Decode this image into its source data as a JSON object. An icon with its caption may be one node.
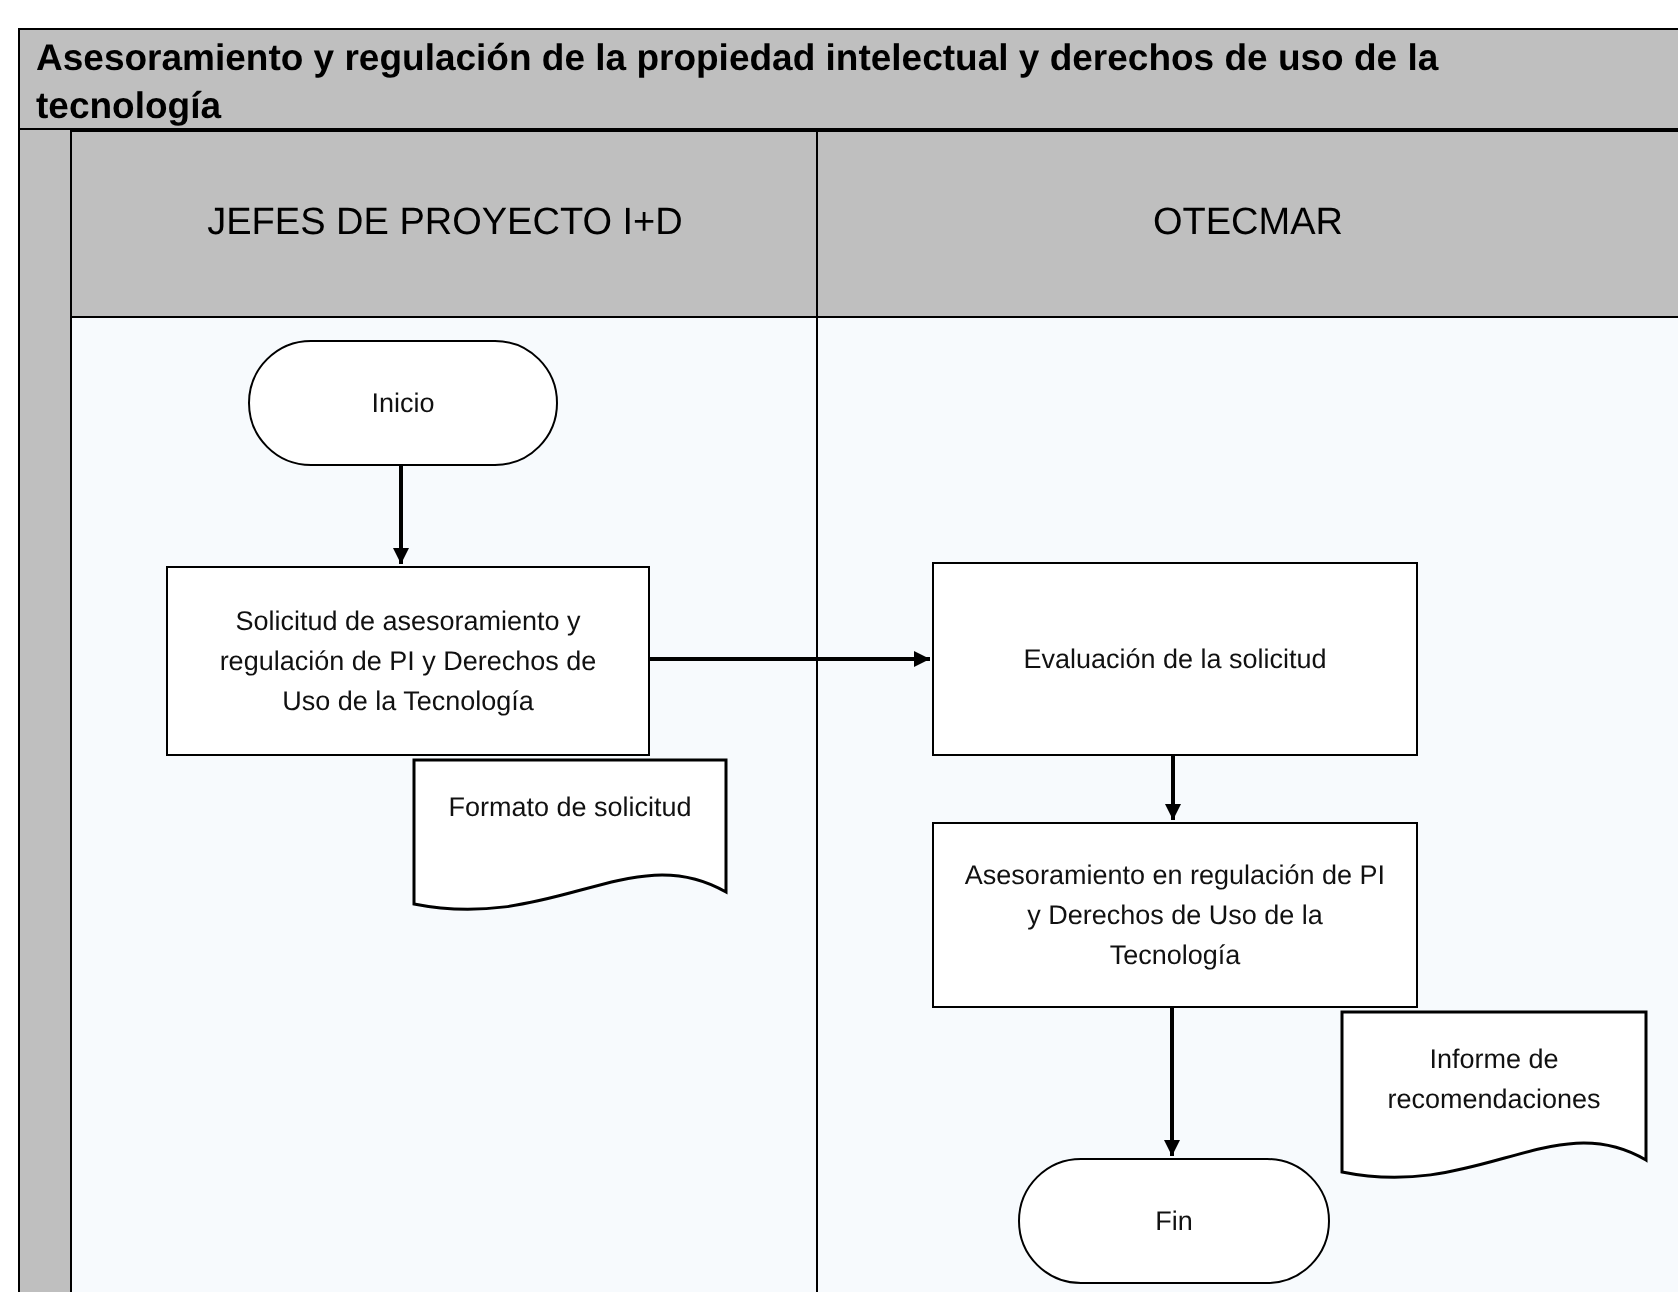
{
  "diagram": {
    "title": "Asesoramiento y regulación de la propiedad intelectual y derechos de uso de la tecnología",
    "nodes": [
      {
        "text": [
          "JEFES DE PROYECTO I+D"
        ]
      },
      {
        "text": [
          "OTECMAR"
        ]
      },
      {
        "text": [
          "Inicio"
        ],
        "in": 0
      },
      {
        "text": [
          "Solicitud de asesoramiento y regulación de PI y Derechos de Uso de la Tecnología"
        ],
        "in": 0
      },
      {
        "text": [
          "Formato de solicitud"
        ],
        "in": 0
      },
      {
        "text": [
          "Evaluación de la solicitud"
        ],
        "in": 1
      },
      {
        "text": [
          "Asesoramiento en regulación de PI y Derechos de Uso de la Tecnología"
        ],
        "in": 1
      },
      {
        "text": [
          "Informe de recomendaciones"
        ],
        "in": 1
      },
      {
        "text": [
          "Fin"
        ],
        "in": 1
      }
    ],
    "edges": [
      {
        "from": 2,
        "to": 3,
        "arrow": "to"
      },
      {
        "from": 3,
        "to": 5,
        "arrow": "to"
      },
      {
        "from": 5,
        "to": 6,
        "arrow": "to"
      },
      {
        "from": 6,
        "to": 8,
        "arrow": "to"
      }
    ]
  }
}
